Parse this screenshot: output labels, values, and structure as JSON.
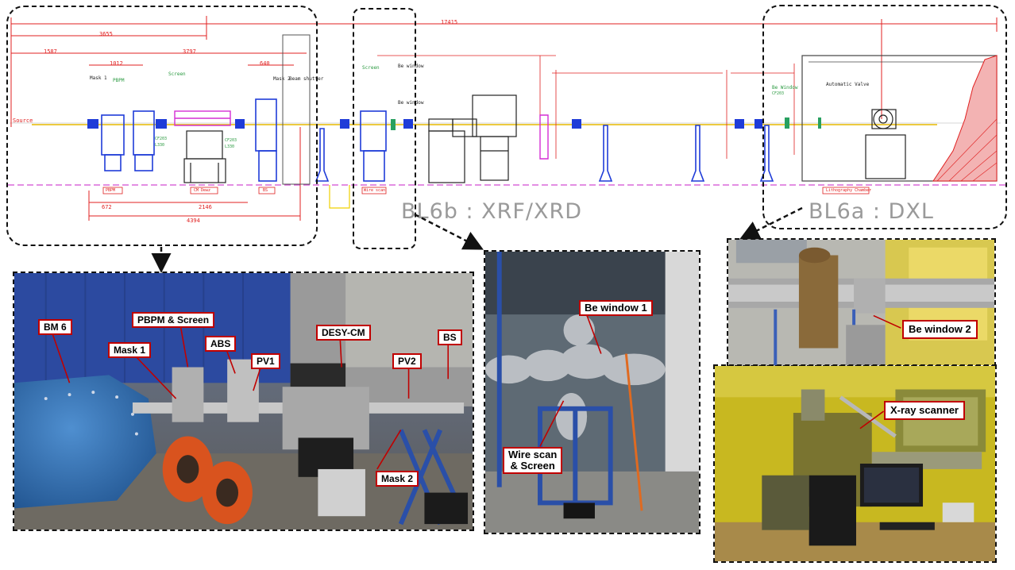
{
  "schematic": {
    "source_label": "Source",
    "dimensions": [
      "3655",
      "1587",
      "3797",
      "1012",
      "640",
      "672",
      "2146",
      "4394",
      "17415"
    ],
    "component_labels": [
      "Mask 1",
      "PBPM",
      "Screen",
      "Mask 2",
      "Beam shutter",
      "Screen",
      "Be window",
      "Be window",
      "Be Window",
      "Automatic Valve"
    ],
    "flange_labels": [
      "CF203",
      "L330",
      "CF203",
      "L330",
      "CF203"
    ],
    "bottom_tags": [
      "PBPM",
      "CM Dewz",
      "BS",
      "Wire scan",
      "Lithography Chamber"
    ],
    "beamline_labels": [
      "BL6b : XRF/XRD",
      "BL6a : DXL"
    ]
  },
  "panels": {
    "bm6_photo": {
      "callouts": [
        "BM 6",
        "PBPM & Screen",
        "Mask 1",
        "ABS",
        "PV1",
        "DESY-CM",
        "PV2",
        "BS",
        "Mask 2"
      ]
    },
    "bl6b_photo": {
      "callouts": [
        "Be window 1",
        "Wire scan\n& Screen"
      ]
    },
    "bl6a_photo": {
      "callouts": [
        "Be window 2"
      ]
    },
    "scanner_photo": {
      "callouts": [
        "X-ray scanner"
      ]
    }
  }
}
